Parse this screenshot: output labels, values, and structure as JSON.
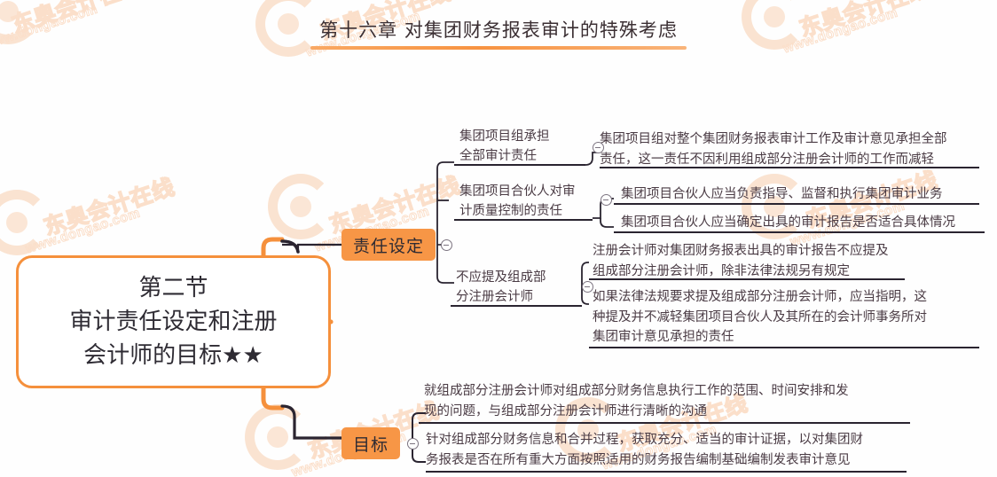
{
  "page": {
    "title": "第十六章 对集团财务报表审计的特殊考虑",
    "accent_color": "#f79646",
    "root_border_color": "#f5903c",
    "line_color": "#2a2430",
    "watermark_text_en": "www.dongao.com",
    "watermark_text_cn": "东奥会计在线"
  },
  "root": {
    "label": "第二节\n审计责任设定和注册\n会计师的目标★★"
  },
  "branches": [
    {
      "id": "zrsd",
      "label": "责任设定",
      "topics": [
        {
          "id": "topic-1",
          "label": "集团项目组承担\n全部审计责任",
          "details": [
            "集团项目组对整个集团财务报表审计工作及审计意见承担全部\n责任，这一责任不因利用组成部分注册会计师的工作而减轻"
          ]
        },
        {
          "id": "topic-2",
          "label": "集团项目合伙人对审\n计质量控制的责任",
          "details": [
            "集团项目合伙人应当负责指导、监督和执行集团审计业务",
            "集团项目合伙人应当确定出具的审计报告是否适合具体情况"
          ]
        },
        {
          "id": "topic-3",
          "label": "不应提及组成部\n分注册会计师",
          "details": [
            "注册会计师对集团财务报表出具的审计报告不应提及\n组成部分注册会计师，除非法律法规另有规定",
            "如果法律法规要求提及组成部分注册会计师，应当指明，这\n种提及并不减轻集团项目合伙人及其所在的会计师事务所对\n集团审计意见承担的责任"
          ]
        }
      ]
    },
    {
      "id": "mb",
      "label": "目标",
      "topics": [
        {
          "id": "topic-4",
          "label": "",
          "details": [
            "就组成部分注册会计师对组成部分财务信息执行工作的范围、时间安排和发\n现的问题，与组成部分注册会计师进行清晰的沟通",
            "针对组成部分财务信息和合并过程，获取充分、适当的审计证据，以对集团财\n务报表是否在所有重大方面按照适用的财务报告编制基础编制发表审计意见"
          ]
        }
      ]
    }
  ]
}
